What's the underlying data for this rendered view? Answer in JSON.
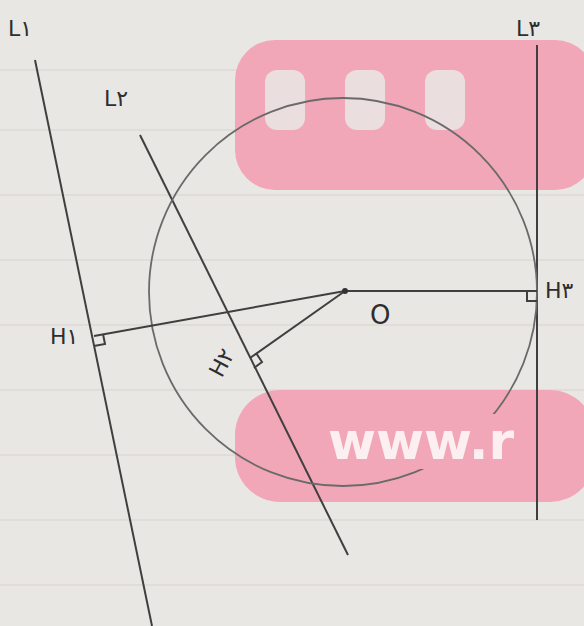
{
  "diagram": {
    "labels": [
      "L۱",
      "L۲",
      "L۳",
      "H۱",
      "H۲",
      "H۳",
      "O",
      "www.r"
    ]
  }
}
